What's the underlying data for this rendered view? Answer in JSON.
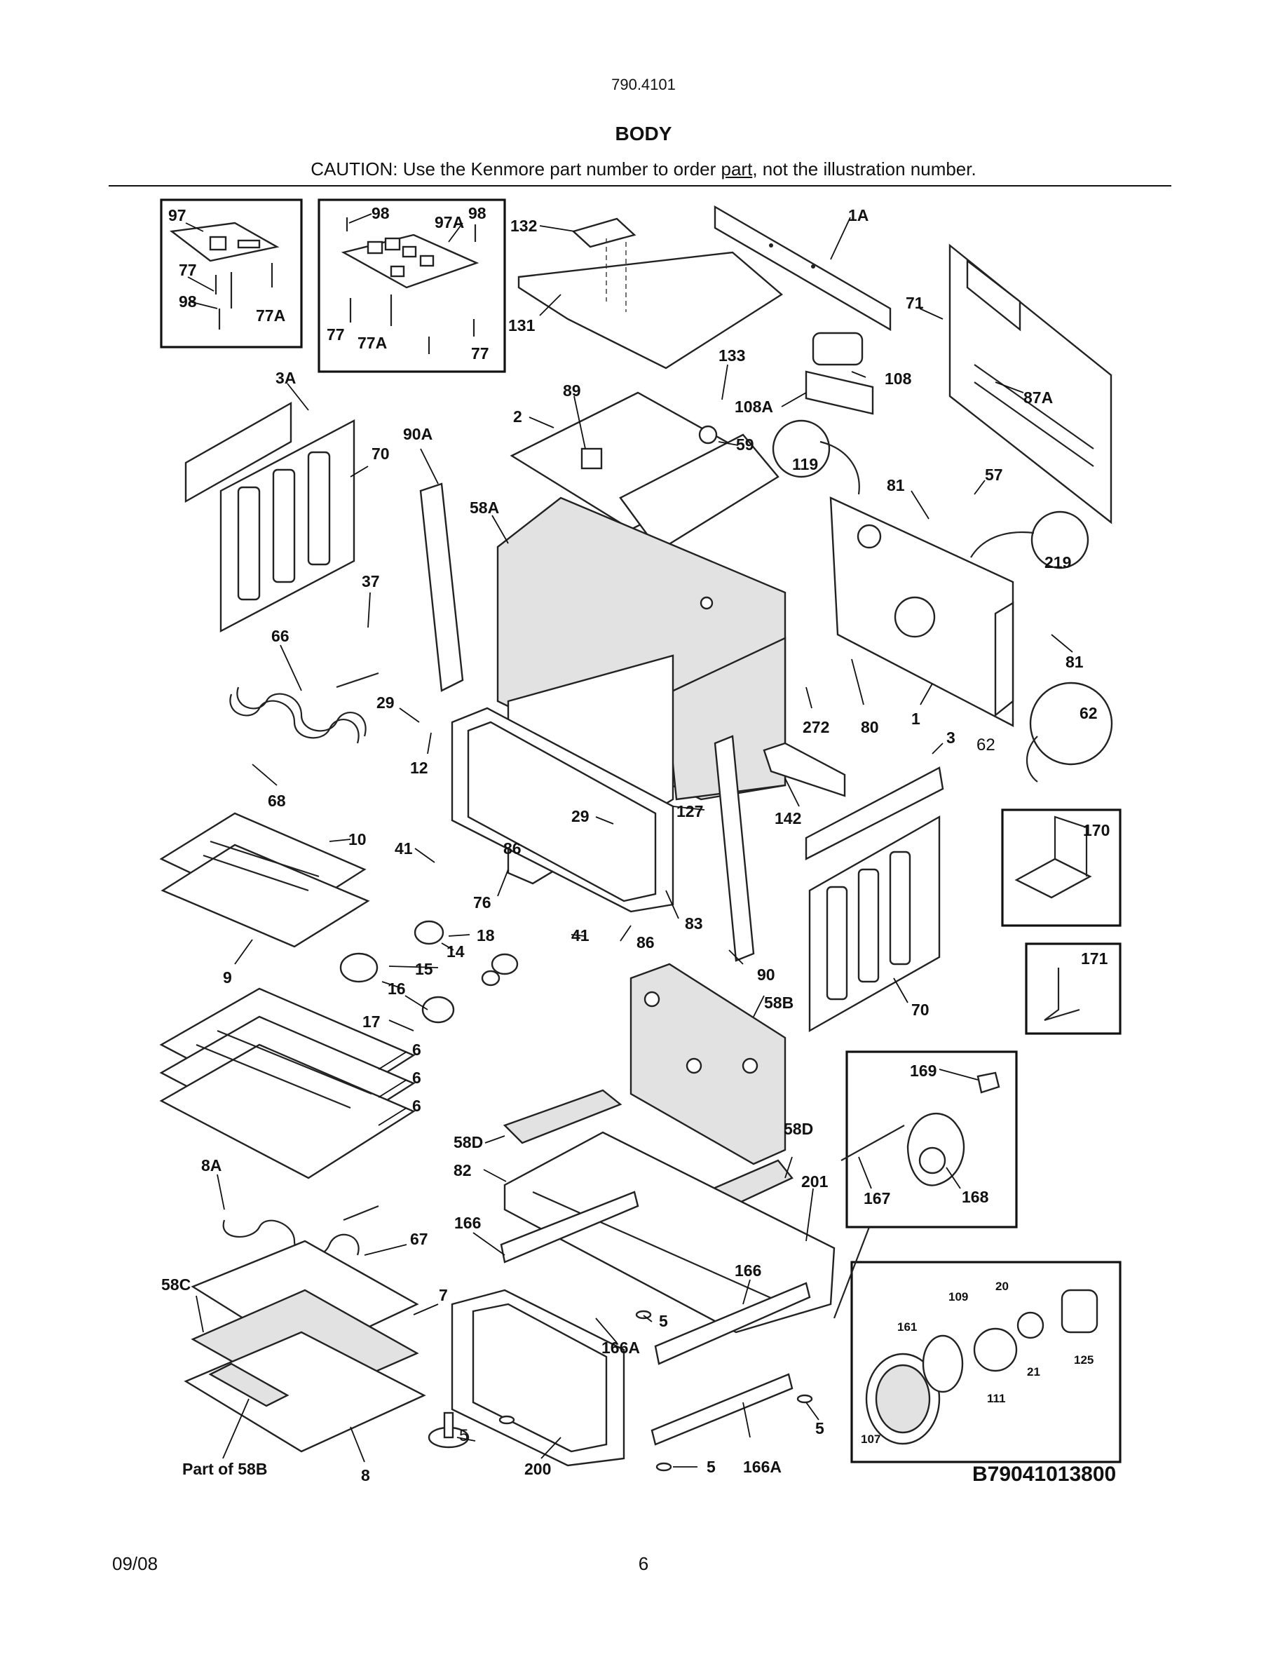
{
  "header": {
    "model": "790.4101",
    "title": "BODY",
    "caution_pre": "CAUTION: Use the Kenmore part number to order ",
    "caution_underlined": "part",
    "caution_post": ", not the illustration number."
  },
  "footer": {
    "date": "09/08",
    "page": "6"
  },
  "diagram": {
    "code": "B79041013800",
    "callouts": {
      "c97": "97",
      "c98a": "98",
      "c97a": "97A",
      "c98b": "98",
      "c132": "132",
      "c1a": "1A",
      "c77a_l": "77",
      "c98c": "98",
      "c77A_l": "77A",
      "c77b": "77",
      "c77A_b": "77A",
      "c77c": "77",
      "c131": "131",
      "c71": "71",
      "c3a": "3A",
      "c133": "133",
      "c108": "108",
      "c89": "89",
      "c108a": "108A",
      "c2": "2",
      "c90a": "90A",
      "c87a": "87A",
      "c59": "59",
      "c70a": "70",
      "c119": "119",
      "c81a": "81",
      "c57": "57",
      "c58a": "58A",
      "c219": "219",
      "c37": "37",
      "c66": "66",
      "c81b": "81",
      "c62a": "62",
      "c29a": "29",
      "c272": "272",
      "c80": "80",
      "c1": "1",
      "c3": "3",
      "c62b": "62",
      "c12": "12",
      "c68": "68",
      "c127": "127",
      "c142": "142",
      "c29b": "29",
      "c170": "170",
      "c10": "10",
      "c41a": "41",
      "c86a": "86",
      "c76": "76",
      "c83": "83",
      "c18": "18",
      "c41b": "41",
      "c86b": "86",
      "c14": "14",
      "c9": "9",
      "c15": "15",
      "c90": "90",
      "c16": "16",
      "c171": "171",
      "c58b": "58B",
      "c70b": "70",
      "c17": "17",
      "c6a": "6",
      "c6b": "6",
      "c6c": "6",
      "c169": "169",
      "c58d_l": "58D",
      "c58d_r": "58D",
      "c8a": "8A",
      "c82": "82",
      "c167": "167",
      "c168": "168",
      "c201": "201",
      "c166a": "166",
      "c67": "67",
      "c166b": "166",
      "c58c": "58C",
      "c109": "109",
      "c20": "20",
      "c7": "7",
      "c5a": "5",
      "c161": "161",
      "c166A_a": "166A",
      "c125": "125",
      "c21": "21",
      "c111": "111",
      "c5b": "5",
      "c5c": "5",
      "c107": "107",
      "c5d": "5",
      "c166A_b": "166A",
      "part_of_58b": "Part of 58B",
      "c8": "8",
      "c200": "200"
    }
  }
}
